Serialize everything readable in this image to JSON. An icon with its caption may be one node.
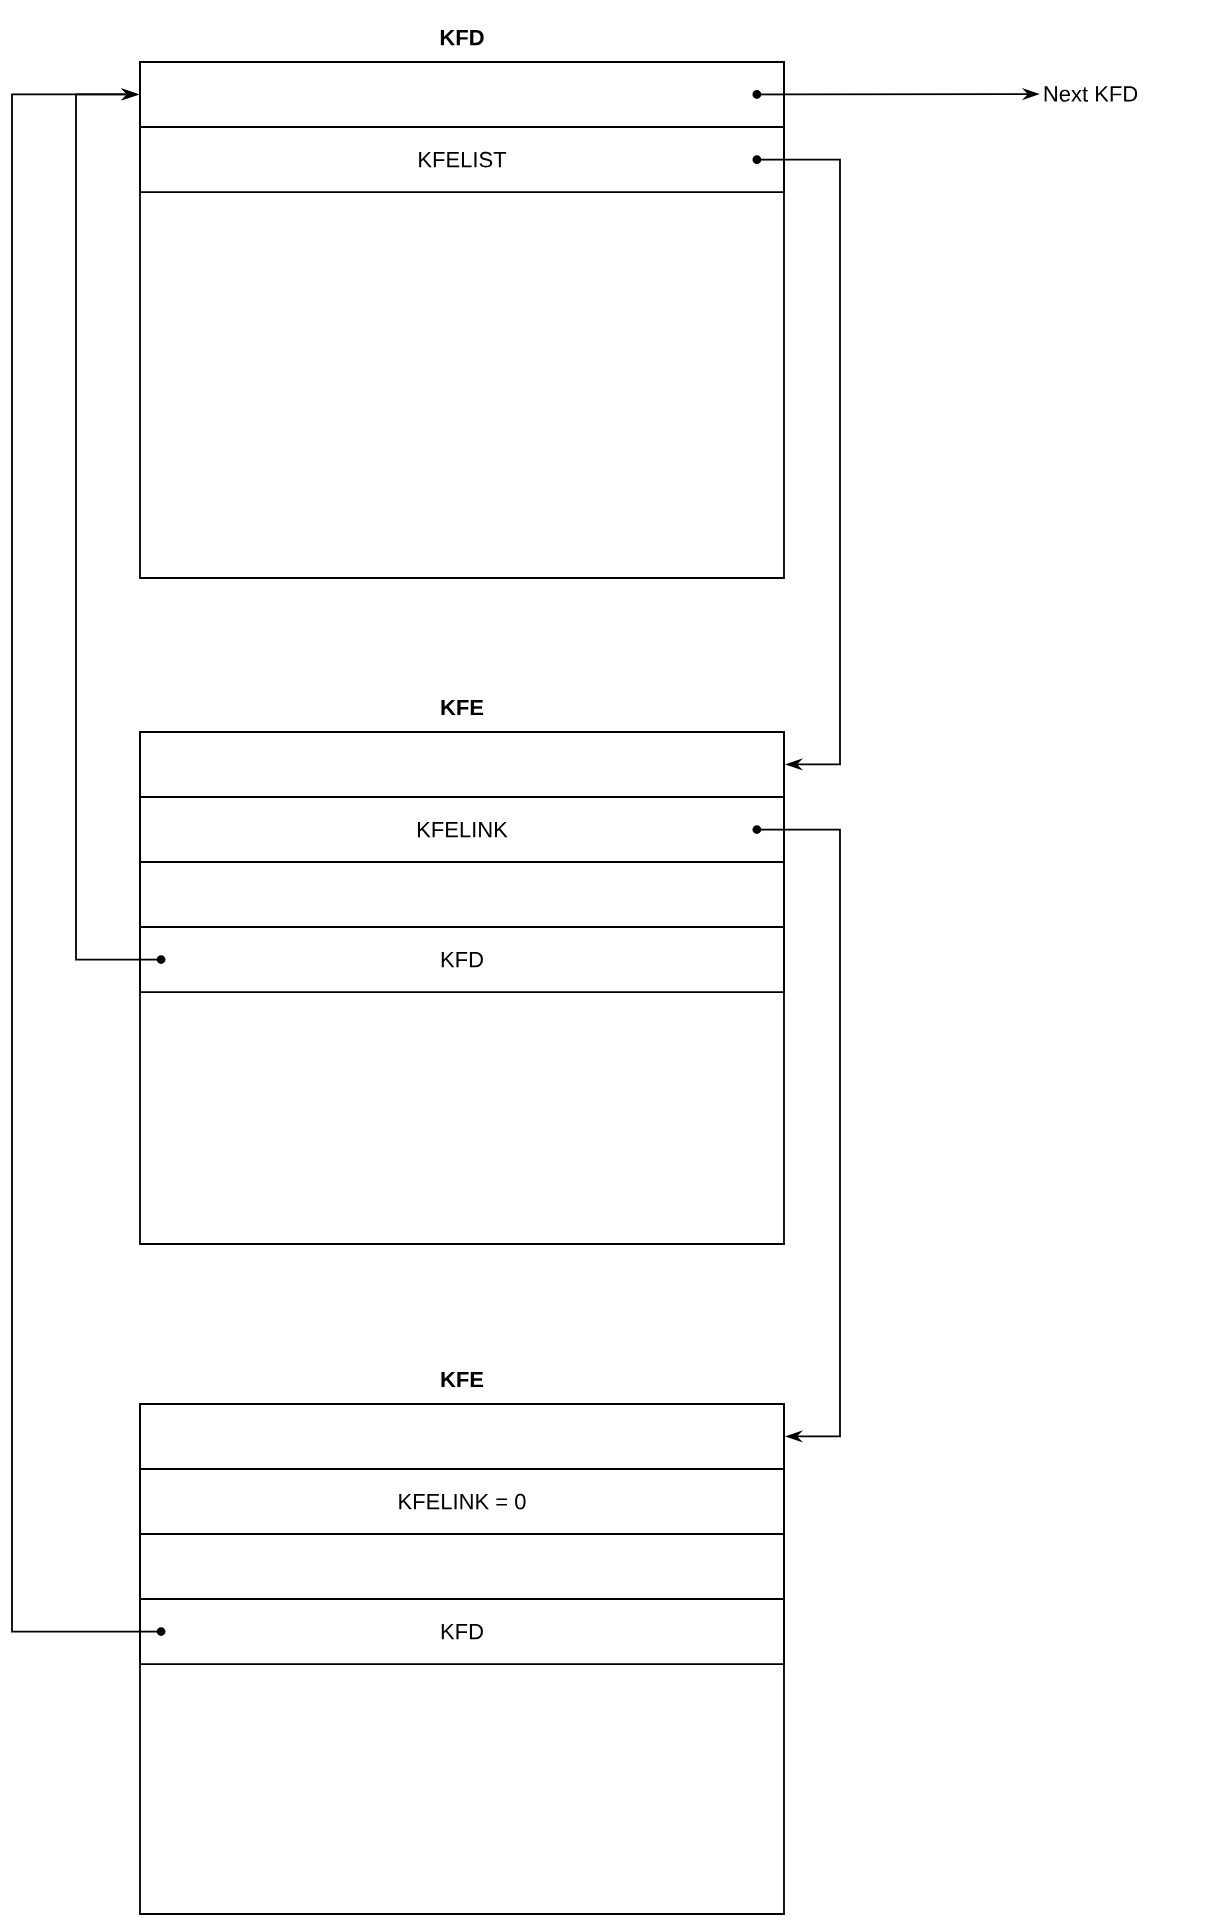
{
  "diagram": {
    "nodes": [
      {
        "text": [
          "KFD"
        ]
      },
      {
        "text": [],
        "shape": "box",
        "in": 0
      },
      {
        "text": [
          "KFELIST"
        ],
        "in": 0
      },
      {
        "text": [
          "KFE"
        ]
      },
      {
        "text": [],
        "shape": "box",
        "in": 3
      },
      {
        "text": [
          "KFELINK"
        ],
        "in": 3
      },
      {
        "text": [],
        "shape": "box",
        "in": 3
      },
      {
        "text": [
          "KFD"
        ],
        "in": 3
      },
      {
        "text": [
          "KFE"
        ]
      },
      {
        "text": [],
        "shape": "box",
        "in": 8
      },
      {
        "text": [
          "KFELINK = 0"
        ],
        "in": 8
      },
      {
        "text": [],
        "shape": "box",
        "in": 8
      },
      {
        "text": [
          "KFD"
        ],
        "in": 8
      },
      {
        "text": [
          "Next KFD"
        ]
      }
    ],
    "edges": [
      {
        "from": 1,
        "to": 13,
        "arrow": "to"
      },
      {
        "from": 2,
        "to": 4,
        "arrow": "to"
      },
      {
        "from": 5,
        "to": 9,
        "arrow": "to"
      },
      {
        "from": 7,
        "to": 1,
        "arrow": "to"
      },
      {
        "from": 12,
        "to": 1,
        "arrow": "to"
      }
    ]
  }
}
